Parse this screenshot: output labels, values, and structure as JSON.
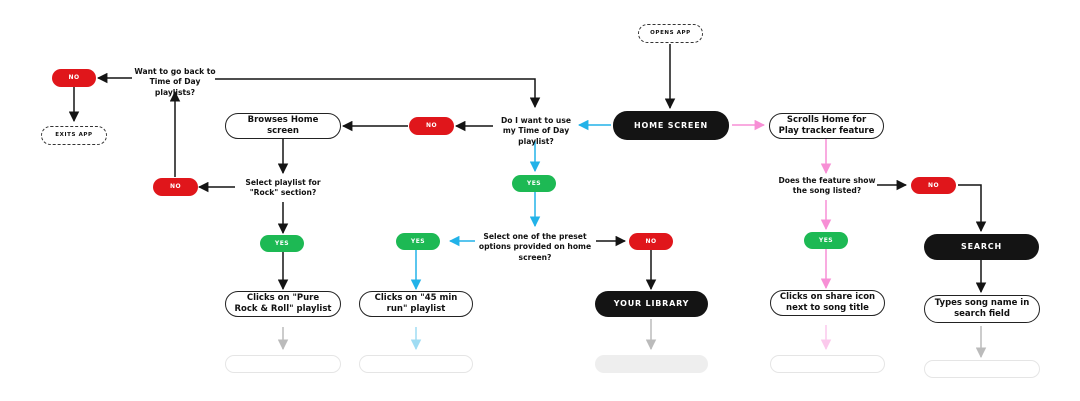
{
  "nodes": {
    "opens_app": "OPENS APP",
    "home_screen": "HOME SCREEN",
    "browses_home": "Browses Home screen",
    "scrolls_home": "Scrolls Home for Play tracker feature",
    "exits_app": "EXITS APP",
    "search": "SEARCH",
    "your_library": "YOUR LIBRARY",
    "pure_rock": "Clicks on \"Pure Rock & Roll\" playlist",
    "min_run": "Clicks on \"45 min run\" playlist",
    "share_icon": "Clicks on share icon next to song title",
    "types_song": "Types song name in search field"
  },
  "questions": {
    "go_back": "Want to go back to Time of Day playlists?",
    "time_of_day": "Do I want to use my Time of Day playlist?",
    "rock_section": "Select playlist for \"Rock\" section?",
    "preset_options": "Select one of the preset options provided on home screen?",
    "feature_show": "Does the feature show the song listed?"
  },
  "answers": {
    "no": "NO",
    "yes": "YES"
  },
  "colors": {
    "no": "#e0161b",
    "yes": "#1db954",
    "blue_path": "#22b2e8",
    "pink_path": "#f78fd5",
    "black_path": "#141414"
  }
}
